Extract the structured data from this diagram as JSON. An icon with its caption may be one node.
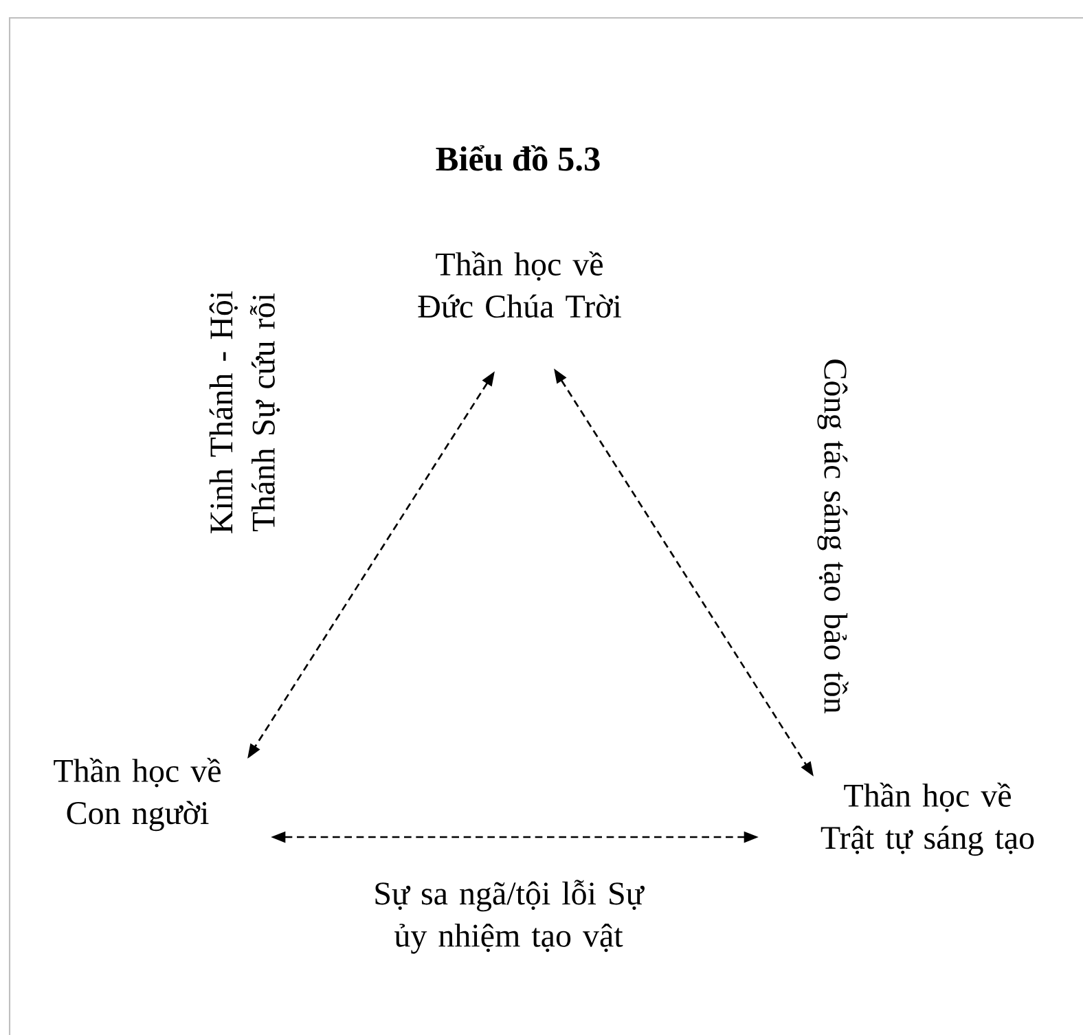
{
  "diagram": {
    "title": "Biểu đồ 5.3",
    "nodes": [
      {
        "text": [
          "Thần học về Đức Chúa Trời"
        ]
      },
      {
        "text": [
          "Thần học về Con người"
        ]
      },
      {
        "text": [
          "Thần học về Trật tự sáng tạo"
        ]
      }
    ],
    "edges": [
      {
        "from": 0,
        "to": 1,
        "arrow": "both",
        "label": "Kinh Thánh - Hội Thánh Sự cứu rỗi",
        "style": "dashed"
      },
      {
        "from": 0,
        "to": 2,
        "arrow": "both",
        "label": "Công tác sáng tạo bảo tồn",
        "style": "dashed"
      },
      {
        "from": 1,
        "to": 2,
        "arrow": "both",
        "label": "Sự sa ngã/tội lỗi Sự ủy nhiệm tạo vật",
        "style": "dashed"
      }
    ]
  }
}
